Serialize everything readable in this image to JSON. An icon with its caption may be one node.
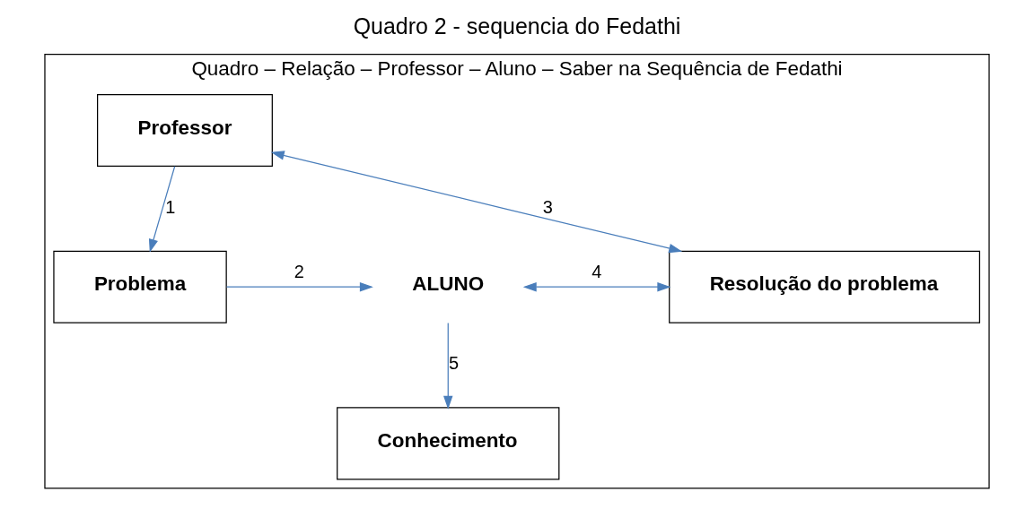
{
  "diagram": {
    "title": "Quadro 2 - sequencia do Fedathi",
    "nodes": [
      {
        "text": [
          "Quadro – Relação – Professor – Aluno – Saber na Sequência de Fedathi"
        ]
      },
      {
        "text": [
          "Professor"
        ],
        "in": 0
      },
      {
        "text": [
          "Problema"
        ],
        "in": 0
      },
      {
        "text": [
          "ALUNO"
        ],
        "in": 0
      },
      {
        "text": [
          "Resolução do problema"
        ],
        "in": 0
      },
      {
        "text": [
          "Conhecimento"
        ],
        "in": 0
      }
    ],
    "edges": [
      {
        "from": 1,
        "to": 2,
        "arrow": "to",
        "label": "1"
      },
      {
        "from": 2,
        "to": 3,
        "arrow": "to",
        "label": "2"
      },
      {
        "from": 1,
        "to": 4,
        "arrow": "both",
        "label": "3"
      },
      {
        "from": 3,
        "to": 4,
        "arrow": "both",
        "label": "4"
      },
      {
        "from": 3,
        "to": 5,
        "arrow": "to",
        "label": "5"
      }
    ]
  }
}
